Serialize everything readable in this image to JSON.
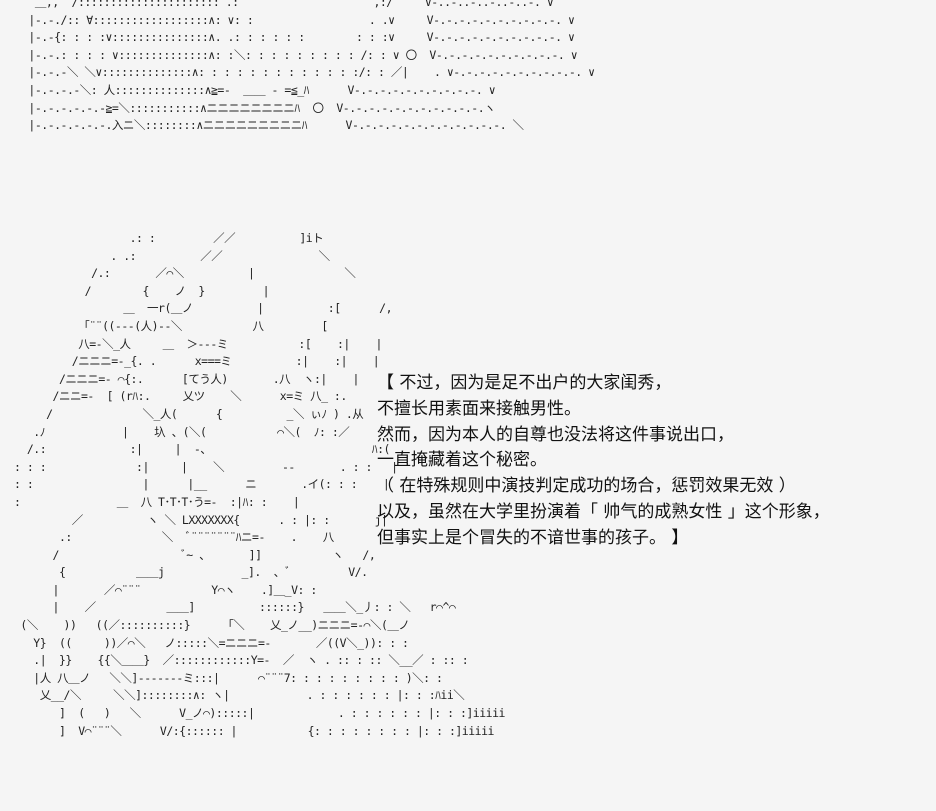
{
  "narration": {
    "lines": [
      "【 不过，因为是足不出户的大家闺秀，",
      "不擅长用素面来接触男性。",
      "然而，因为本人的自尊也没法将这件事说出口，",
      "一直掩藏着这个秘密。",
      "（ 在特殊规则中演技判定成功的场合，惩罚效果无效 ）",
      "以及，虽然在大学里扮演着「 帅气的成熟女性 」这个形象，",
      "但事实上是个冒失的不谙世事的孩子。 】"
    ]
  },
  "ascii_art": {
    "top": "  ＿,,  /:::::::::::::::::::::: .:                     ,:/     V-..-..-..-..-..-. ∨\n |-.-./:: ∀::::::::::::::::::∧: ∨: :                  . .∨     V-.-.-.-.-.-.-.-.-.-. ∨\n |-.-{: : : :∨:::::::::::::::∧. .: : : : : :        : : :∨     V-.-.-.-.-.-.-.-.-.-. ∨\n |-.-.: : : : ∨::::::::::::::∧: :＼: : : : : : : : : /: : ∨ 〇  V-.-.-.-.-.-.-.-.-.-. ∨\n |-.-.-＼ ＼∨::::::::::::::∧: : : : : : : : : : : : :/: : ／|    . ∨-.-.-.-.-.-.-.-.-.-. ∨\n |-.-.-.-＼: 人::::::::::::::∧≧=-  ＿＿ - =≦_ﾊ      V-.-.-.-.-.-.-.-.-.-. ∨\n |-.-.-.-.-.-≧=＼:::::::::::∧ニニニニニニニニﾊ  〇  V-.-.-.-.-.-.-.-.-.-.-.ヽ\n |-.-.-.-.-.-.入ニ＼::::::::∧ニニニニニニニニニﾊ      V-.-.-.-.-.-.-.-.-.-.-.-. ＼",
    "figure": "                  .: :         ／／          ]iト\n               . .:          ／／               ＼\n            /.:       ／⌒＼          |              ＼\n           /        {    ノ  }         |\n                 ＿  一r(＿ノ          |          :[      /,\n          「¨¨((---(人)--＼           八         [\n          八=-＼_人     ＿  ＞---ミ           :[    :|    |\n         /ニニニ=-_{. .      x===ミ          :|    :|    |\n       /ニニニ=- ⌒{:.      [てう人)       .八  ヽ:|    |\n      /ニニ=-  [ (rﾊ:.     乂ツ    ＼      x=ミ 八_ :.\n     /              ＼_人(      {          _＼ ぃﾉ ) .从\n   .ﾉ            |    圦 、(＼(           ⌒＼(  ﾉ: :／\n  /.:             :|     |  -、                         ﾊ:(\n: : :              :|     |    ＼         --       . : :   |\n: :                 |      |__      ニ       .イ(: : :    |\n:               ＿  八 T･T･T･う=-  :|ﾊ: :    |\n         ／          ヽ ＼ LXXXXXXX{      . : |: :       j|\n       .:              ＼  ﾞ¨¨¨¨¨¨¨ﾊニ=-    .    八\n      /                   ﾞ~ 、      ]]           ヽ   /,\n       {           ＿＿j            _].  、ﾞ         V/.\n      |       ／⌒¨¨¨           Y⌒ヽ    .]＿_V: :\n      |    ／           ＿＿]          ::::::}   ＿＿＼_丿: : ＼   r⌒^⌒\n (＼    ))   ((／::::::::::}     「＼    乂_ノ__)ニニニ=-⌒＼(＿ノ\n   Y}  ((     ))／⌒＼   ノ:::::＼=ニニニ=-       ／((V＼_)): : :\n   .|  }}    {{＼＿＿}  ／::::::::::::Y=-  ／  ヽ . :: : :: ＼__／ : :: :\n   |人 八＿ノ   ＼＼]-------ミ:::|      ⌒¨¨¨7: : : : : : : : : )＼: :\n    乂__/＼     ＼＼]::::::::∧: ヽ|            . : : : : : : |: : :ﾊii＼\n       ]  (   )   ＼      V_ノ⌒):::::|             . : : : : : : |: : :]iiiii\n       ]  V⌒¨¨¨＼      V/:{:::::: |           {: : : : : : : : |: : :]iiiii"
  }
}
